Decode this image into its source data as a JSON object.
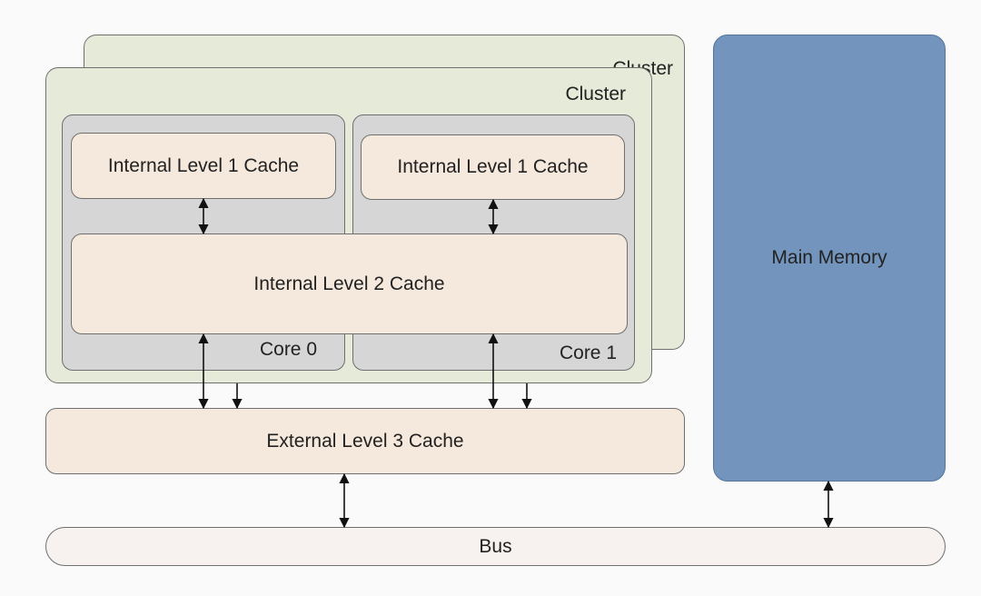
{
  "clusters": [
    {
      "label": "Cluster"
    },
    {
      "label": "Cluster"
    }
  ],
  "cores": [
    {
      "label": "Core 0",
      "l1_cache": "Internal Level 1 Cache"
    },
    {
      "label": "Core 1",
      "l1_cache": "Internal Level 1 Cache"
    }
  ],
  "l2_cache": "Internal Level 2 Cache",
  "l3_cache": "External Level 3 Cache",
  "main_memory": "Main Memory",
  "bus": "Bus",
  "colors": {
    "cluster": "#e6ead9",
    "core": "#d6d6d6",
    "cache": "#f5e8dc",
    "main_memory": "#7395bd",
    "bus": "#f7f2ef"
  }
}
